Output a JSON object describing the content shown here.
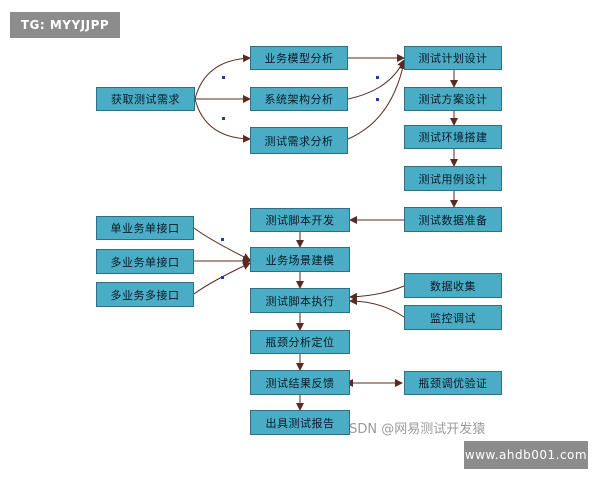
{
  "watermarks": {
    "top_left": "TG: MYYJJPP",
    "csdn": "CSDN @网易测试开发猿",
    "bottom_right": "www.ahdb001.com"
  },
  "nodes": {
    "huoqu": "获取测试需求",
    "yewu_moxing": "业务模型分析",
    "xitong_jiagou": "系统架构分析",
    "ceshi_xuqiu": "测试需求分析",
    "jihua_sheji": "测试计划设计",
    "fangan_sheji": "测试方案设计",
    "huanjing_dajian": "测试环境搭建",
    "yongli_sheji": "测试用例设计",
    "shuju_zhunbei": "测试数据准备",
    "jiaoben_kaifa": "测试脚本开发",
    "dan_dan": "单业务单接口",
    "duo_dan": "多业务单接口",
    "duo_duo": "多业务多接口",
    "changjing_jianmo": "业务场景建模",
    "jiaoben_zhixing": "测试脚本执行",
    "shuju_shouji": "数据收集",
    "jiankong_tiaoshi": "监控调试",
    "pingjing_dingwei": "瓶颈分析定位",
    "jieguo_fankui": "测试结果反馈",
    "pingjing_tiaoyou": "瓶颈调优验证",
    "baogao": "出具测试报告"
  }
}
